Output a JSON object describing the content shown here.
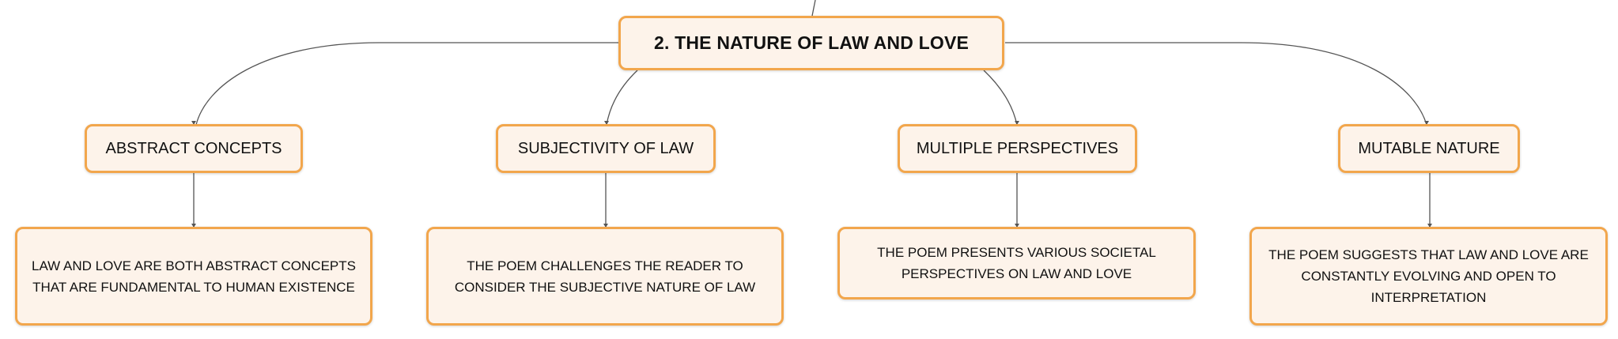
{
  "root": {
    "label": "2. THE NATURE OF LAW AND LOVE"
  },
  "branches": [
    {
      "label": "ABSTRACT CONCEPTS",
      "detail": "LAW AND LOVE ARE BOTH ABSTRACT CONCEPTS THAT ARE FUNDAMENTAL TO HUMAN EXISTENCE"
    },
    {
      "label": "SUBJECTIVITY OF LAW",
      "detail": "THE POEM CHALLENGES THE READER TO CONSIDER THE SUBJECTIVE NATURE OF LAW"
    },
    {
      "label": "MULTIPLE PERSPECTIVES",
      "detail": "THE POEM PRESENTS VARIOUS SOCIETAL PERSPECTIVES ON LAW AND LOVE"
    },
    {
      "label": "MUTABLE NATURE",
      "detail": "THE POEM SUGGESTS THAT LAW AND LOVE ARE CONSTANTLY EVOLVING AND OPEN TO INTERPRETATION"
    }
  ],
  "colors": {
    "node_border": "#f2a64c",
    "node_fill": "#fdf3ea",
    "connector": "#555555"
  }
}
